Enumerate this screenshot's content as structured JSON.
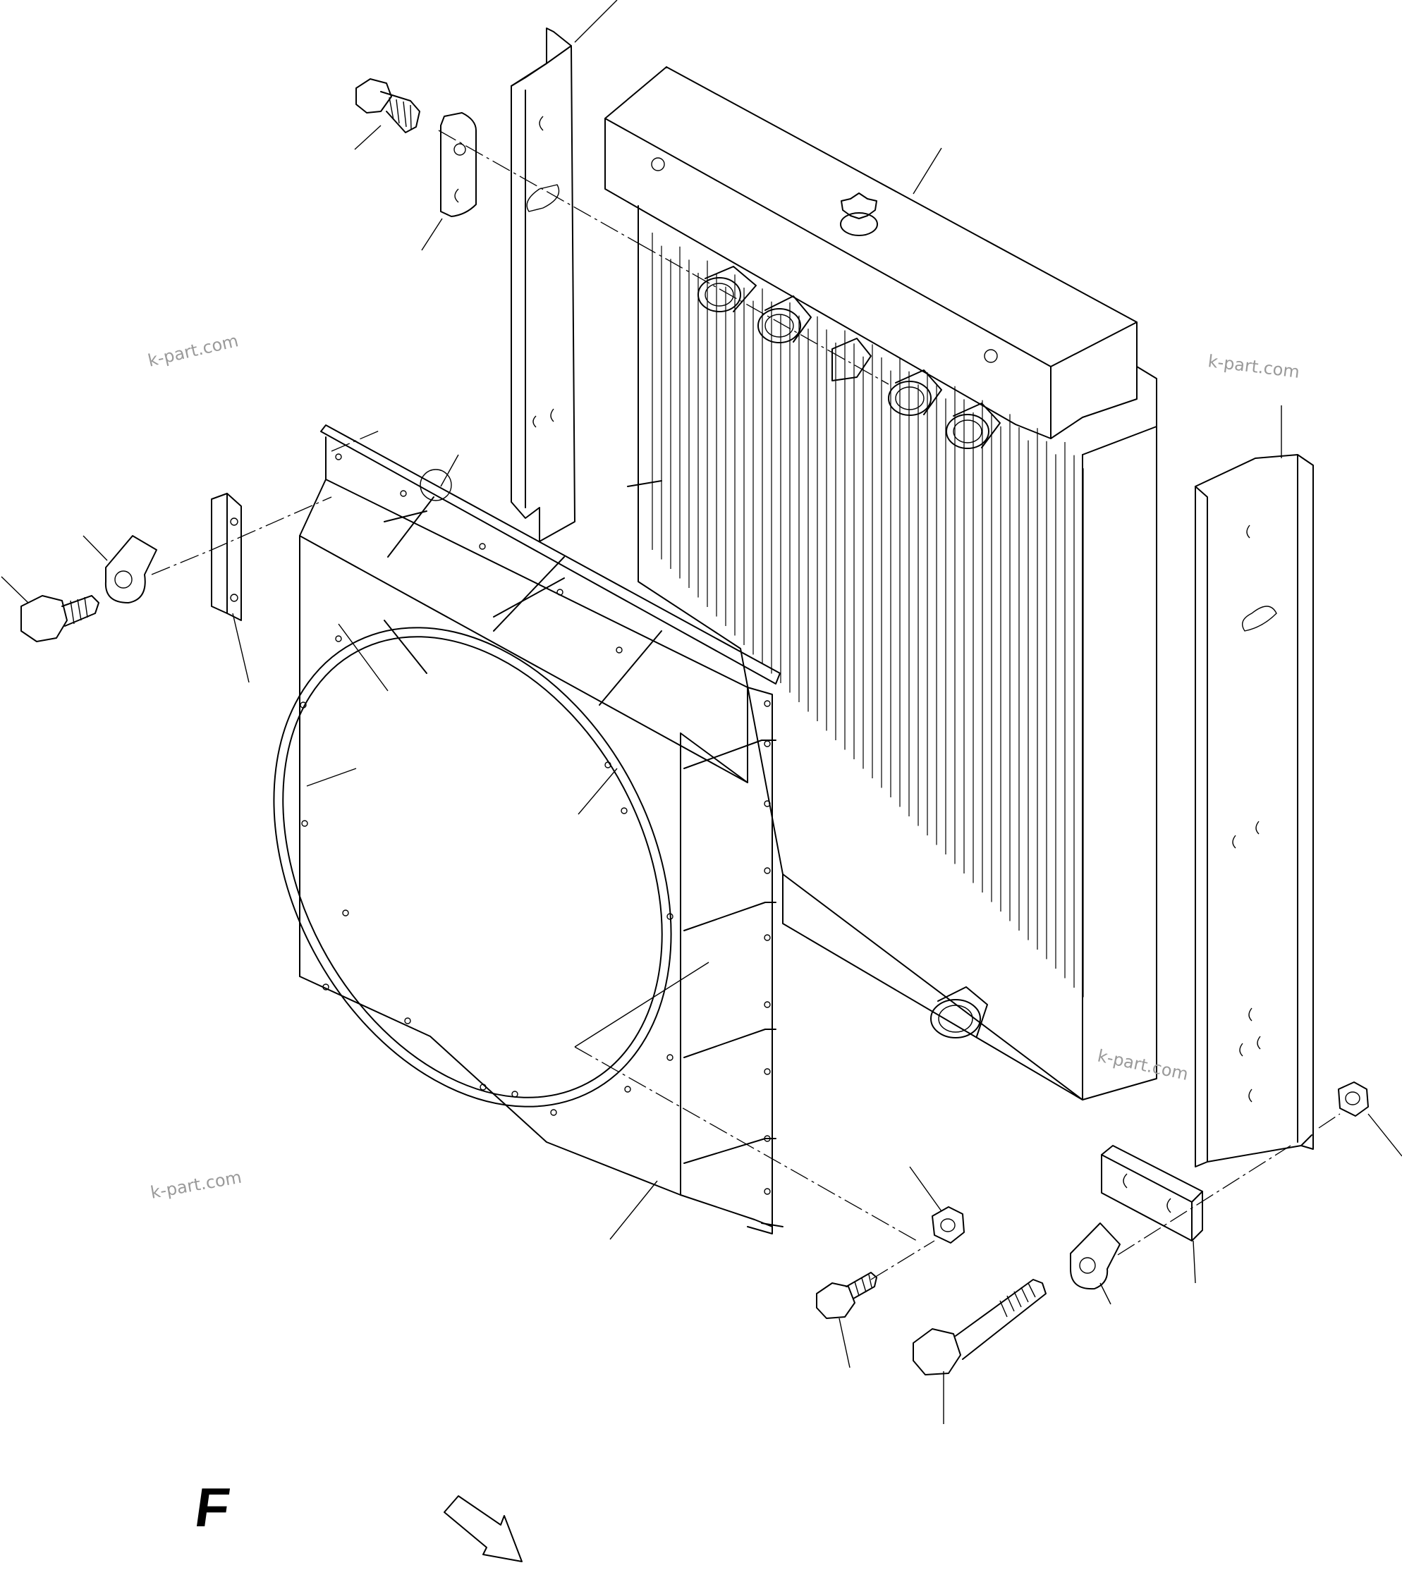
{
  "watermarks": [
    "k-part.com",
    "k-part.com",
    "k-part.com",
    "k-part.com"
  ],
  "direction_marker": {
    "label": "F"
  }
}
